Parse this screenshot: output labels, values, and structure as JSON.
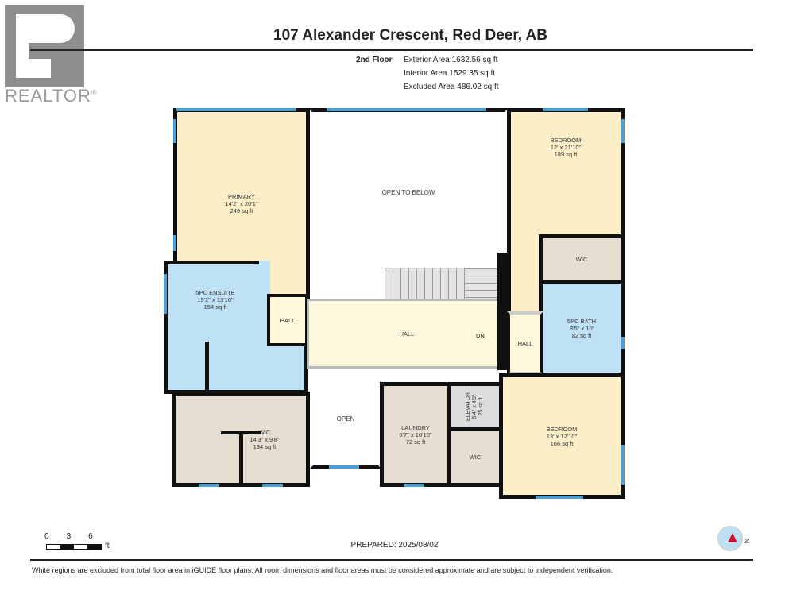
{
  "logo": {
    "text": "REALTOR",
    "mark": "®"
  },
  "header": {
    "title": "107 Alexander Crescent, Red Deer, AB",
    "floor": "2nd Floor",
    "exterior_area": "Exterior Area 1632.56 sq ft",
    "interior_area": "Interior Area 1529.35 sq ft",
    "excluded_area": "Excluded Area 486.02 sq ft"
  },
  "rooms": {
    "primary": {
      "name": "PRIMARY",
      "dims": "14'2\" x 20'1\"",
      "area": "249 sq ft"
    },
    "open_to_below": {
      "name": "OPEN TO BELOW"
    },
    "ensuite": {
      "name": "5PC ENSUITE",
      "dims": "15'2\" x 13'10\"",
      "area": "154 sq ft"
    },
    "hall_left": {
      "name": "HALL"
    },
    "hall_center": {
      "name": "HALL"
    },
    "stairs_dn": {
      "name": "DN"
    },
    "bedroom_top": {
      "name": "BEDROOM",
      "dims": "12' x 21'10\"",
      "area": "189 sq ft"
    },
    "wic_right": {
      "name": "WIC"
    },
    "bath": {
      "name": "5PC BATH",
      "dims": "8'5\" x 10'",
      "area": "82 sq ft"
    },
    "hall_right": {
      "name": "HALL"
    },
    "bedroom_bottom": {
      "name": "BEDROOM",
      "dims": "13' x 12'10\"",
      "area": "166 sq ft"
    },
    "wic_left": {
      "name": "WIC",
      "dims": "14'3\" x 9'8\"",
      "area": "134 sq ft"
    },
    "open": {
      "name": "OPEN"
    },
    "laundry": {
      "name": "LAUNDRY",
      "dims": "6'7\" x 10'10\"",
      "area": "72 sq ft"
    },
    "elevator": {
      "name": "ELEVATOR",
      "dims": "5'4\" x 4'9\"",
      "area": "25 sq ft"
    },
    "wic_small": {
      "name": "WIC"
    }
  },
  "scale": {
    "ticks": [
      "0",
      "3",
      "6"
    ],
    "unit": "ft"
  },
  "prepared": "PREPARED: 2025/08/02",
  "compass": {
    "label": "N"
  },
  "disclaimer": "White regions are excluded from total floor area in iGUIDE floor plans. All room dimensions and floor areas must be considered approximate and are subject to independent verification."
}
